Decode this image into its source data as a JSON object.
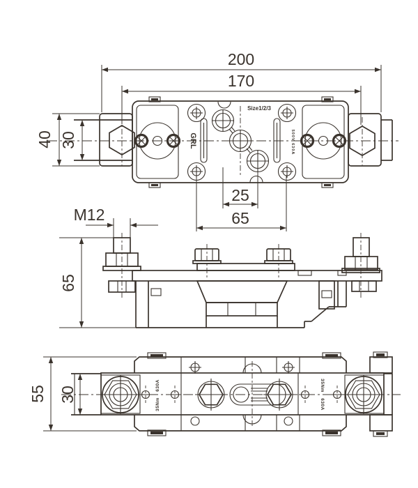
{
  "drawing": {
    "line_color": "#3a332d",
    "background_color": "#ffffff",
    "top_view": {
      "dim_overall_width": "200",
      "dim_stud_spacing": "170",
      "dim_bracket_height": "40",
      "dim_busbar_height": "30",
      "dim_hole_offset": "25",
      "dim_hole_spacing": "65",
      "brand": "GRL",
      "size_marking": "Size1/2/3",
      "rating_marking": "500V 630A"
    },
    "side_view": {
      "dim_thread": "M12",
      "dim_height": "65"
    },
    "bottom_view": {
      "dim_overall_height": "55",
      "dim_strip_height": "30",
      "marking_left_top": "630A",
      "marking_left_bottom": "35Nm",
      "marking_right_top": "35Nm",
      "marking_right_bottom": "630A"
    }
  }
}
